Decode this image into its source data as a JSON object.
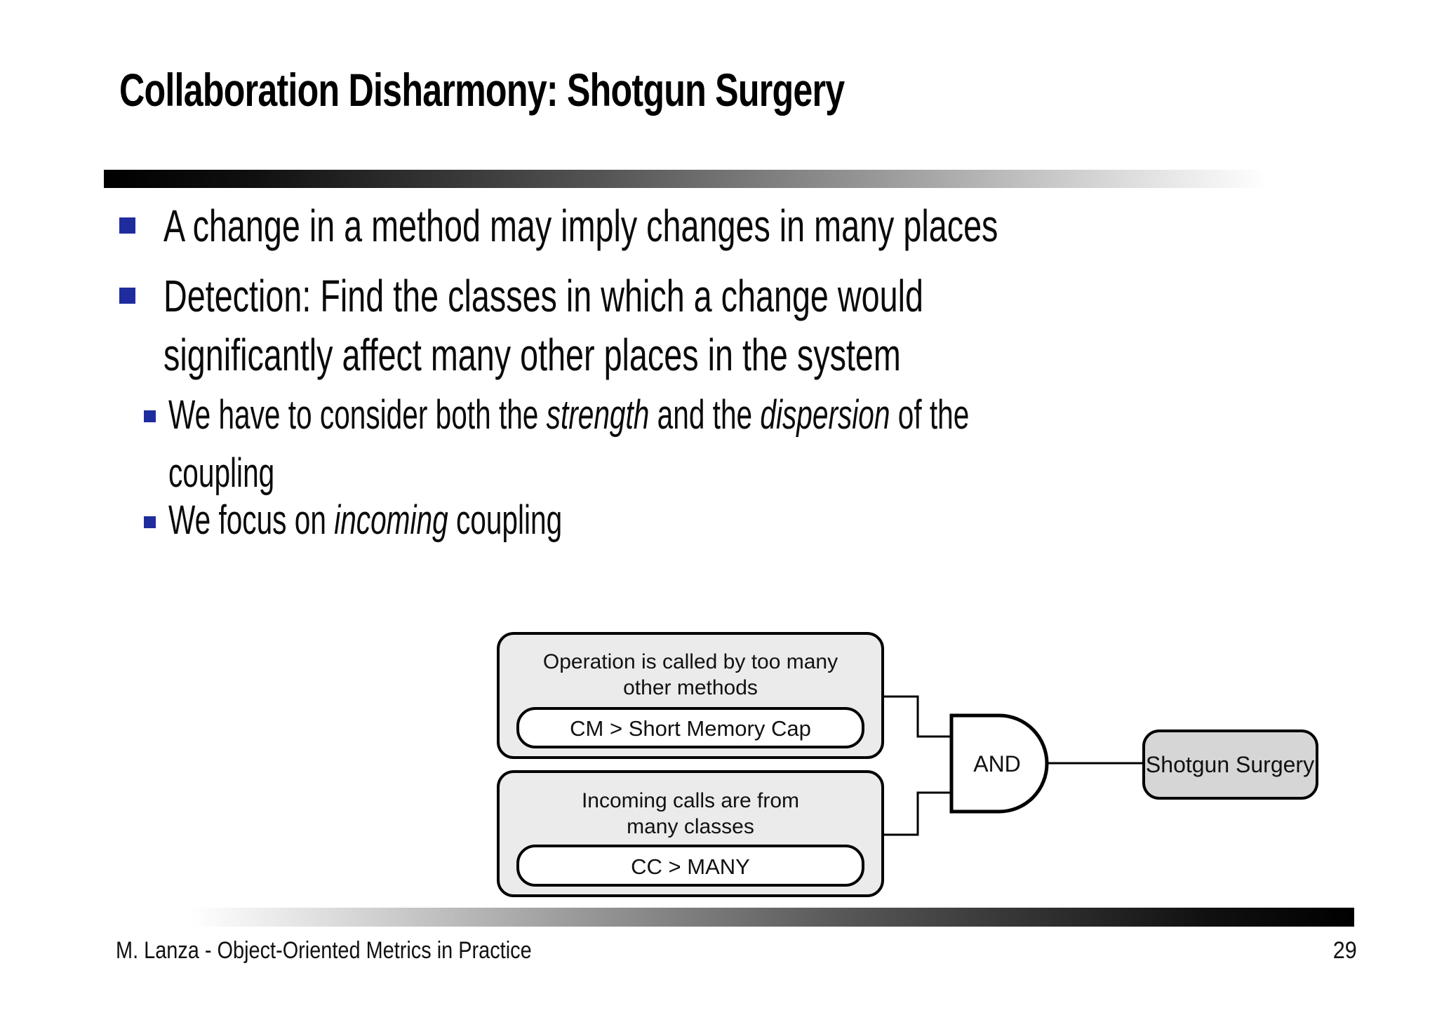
{
  "slide": {
    "title": "Collaboration Disharmony: Shotgun Surgery",
    "footer": {
      "author": "M. Lanza - Object-Oriented Metrics in Practice",
      "page_number": "29"
    }
  },
  "lines": {
    "b1": "A change in a method may imply changes in many places",
    "b2a": "Detection: Find the classes in which a change would",
    "b2b": "significantly affect many other places in the system",
    "s1a": [
      "We have to consider both the ",
      "strength",
      " and the ",
      "dispersion",
      " of the"
    ],
    "s1b": "coupling",
    "s2": [
      "We focus on ",
      "incoming",
      " coupling"
    ]
  },
  "diagram": {
    "top_box": {
      "label_line1": "Operation is called by too many",
      "label_line2": "other methods",
      "condition": "CM > Short Memory Cap"
    },
    "bottom_box": {
      "label_line1": "Incoming calls are from",
      "label_line2": "many classes",
      "condition": "CC > MANY"
    },
    "gate_label": "AND",
    "result_label": "Shotgun Surgery"
  },
  "colors": {
    "bullet_square": "#1f2c9e",
    "box_fill": "#ebebeb",
    "inner_box_fill": "#ffffff",
    "result_box_fill": "#d6d6d6",
    "outline": "#000000"
  }
}
